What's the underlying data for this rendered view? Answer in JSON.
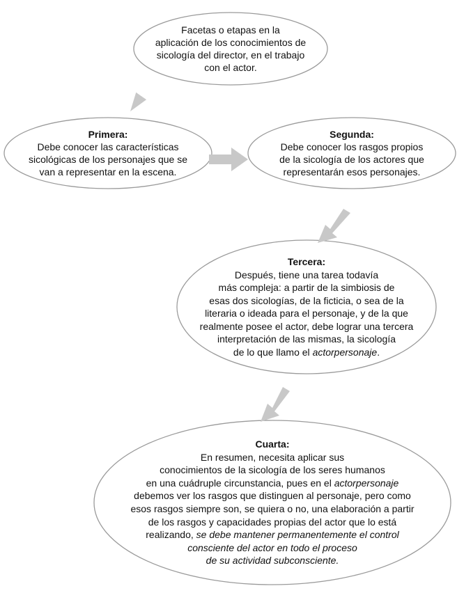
{
  "colors": {
    "ellipse_stroke": "#9a9a9a",
    "arrow_fill": "#c8c8c8",
    "text": "#111111"
  },
  "nodes": {
    "top": {
      "lines": [
        "Facetas o etapas en la",
        "aplicación de los conocimientos de",
        "sicología del director, en el trabajo",
        "con el actor."
      ]
    },
    "primera": {
      "heading": "Primera:",
      "lines": [
        "Debe conocer las características",
        "sicológicas de los personajes que se",
        "van a representar en la escena."
      ]
    },
    "segunda": {
      "heading": "Segunda:",
      "lines": [
        "Debe conocer los rasgos propios",
        "de la sicología de los actores que",
        "representarán esos personajes."
      ]
    },
    "tercera": {
      "heading": "Tercera:",
      "lines": [
        "Después, tiene una tarea todavía",
        "más compleja: a partir de la simbiosis de",
        "esas dos sicologías, de la ficticia, o sea de la",
        "literaria o ideada para el personaje, y de la que",
        "realmente posee el actor, debe lograr una tercera",
        "interpretación de las mismas, la sicología"
      ],
      "last_line_prefix": "de lo que llamo el ",
      "last_line_italic": "actorpersonaje",
      "last_line_suffix": "."
    },
    "cuarta": {
      "heading": "Cuarta:",
      "line1": "En resumen, necesita aplicar sus",
      "line2": "conocimientos de la sicología de los seres humanos",
      "line3_prefix": "en una cuádruple circunstancia, pues en el ",
      "line3_italic": "actorpersonaje",
      "line4": "debemos ver los rasgos que distinguen al personaje, pero como",
      "line5": "esos rasgos siempre son, se quiera o no, una elaboración a partir",
      "line6": "de los rasgos y capacidades propias del actor que lo está",
      "line7_prefix": "realizando, ",
      "line7_italic": "se debe mantener permanentemente el control",
      "line8_italic": "consciente del actor en todo el proceso",
      "line9_italic": "de su actividad subconsciente."
    }
  }
}
